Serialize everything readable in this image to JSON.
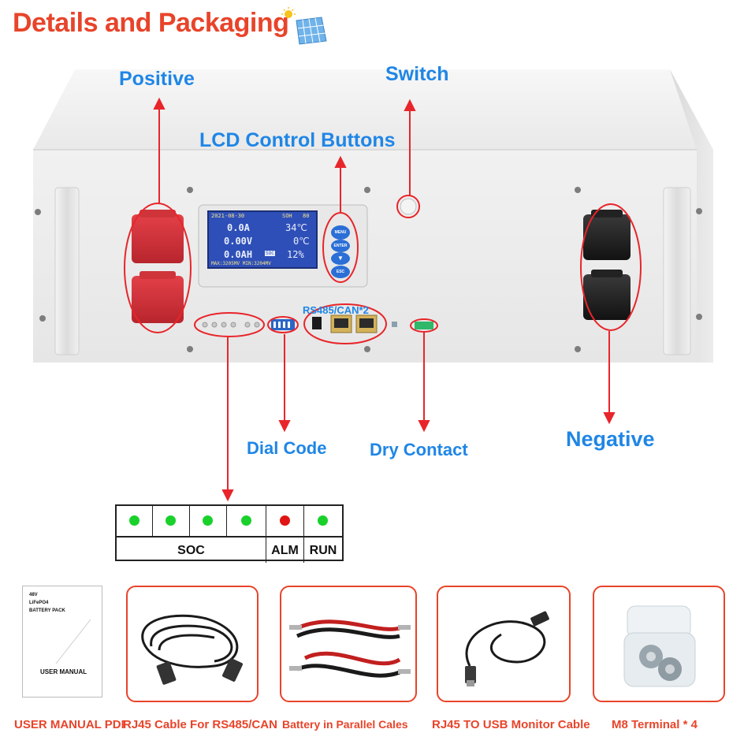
{
  "header": {
    "title": "Details and Packaging"
  },
  "callouts": {
    "positive": "Positive",
    "switch": "Switch",
    "lcd_buttons": "LCD Control Buttons",
    "rs485": "RS485/CAN*2",
    "dial_code": "Dial Code",
    "dry_contact": "Dry Contact",
    "negative": "Negative"
  },
  "lcd": {
    "date": "2021-08-30",
    "soh": "SOH",
    "soh_val": "80",
    "row1_left": "0.0A",
    "row1_right": "34℃",
    "row2_left": "0.00V",
    "row2_right": "0℃",
    "row3_left": "0.0AH",
    "row3_right": "12%",
    "soc_tag": "SOC",
    "footer": "MAX:3205MV  MIN:3204MV"
  },
  "buttons": {
    "menu": "MENU",
    "enter": "ENTER",
    "esc": "ESC"
  },
  "led_panel": {
    "soc_label": "SOC",
    "alm_label": "ALM",
    "run_label": "RUN",
    "leds": [
      {
        "color": "#19d12a"
      },
      {
        "color": "#19d12a"
      },
      {
        "color": "#19d12a"
      },
      {
        "color": "#19d12a"
      },
      {
        "color": "#e01414"
      },
      {
        "color": "#19d12a"
      }
    ]
  },
  "manual_cover": {
    "line1": "48V",
    "line2": "LiFePO4",
    "line3": "BATTERY PACK",
    "footer": "USER MANUAL"
  },
  "packaging": [
    {
      "caption": "USER MANUAL PDF"
    },
    {
      "caption": "RJ45 Cable For RS485/CAN"
    },
    {
      "caption": "Battery in Parallel Cales"
    },
    {
      "caption": "RJ45 TO USB Monitor Cable"
    },
    {
      "caption": "M8 Terminal * 4"
    }
  ],
  "colors": {
    "accent": "#e8442a",
    "callout_blue": "#1f86e6",
    "annotation_red": "#e8252a"
  }
}
